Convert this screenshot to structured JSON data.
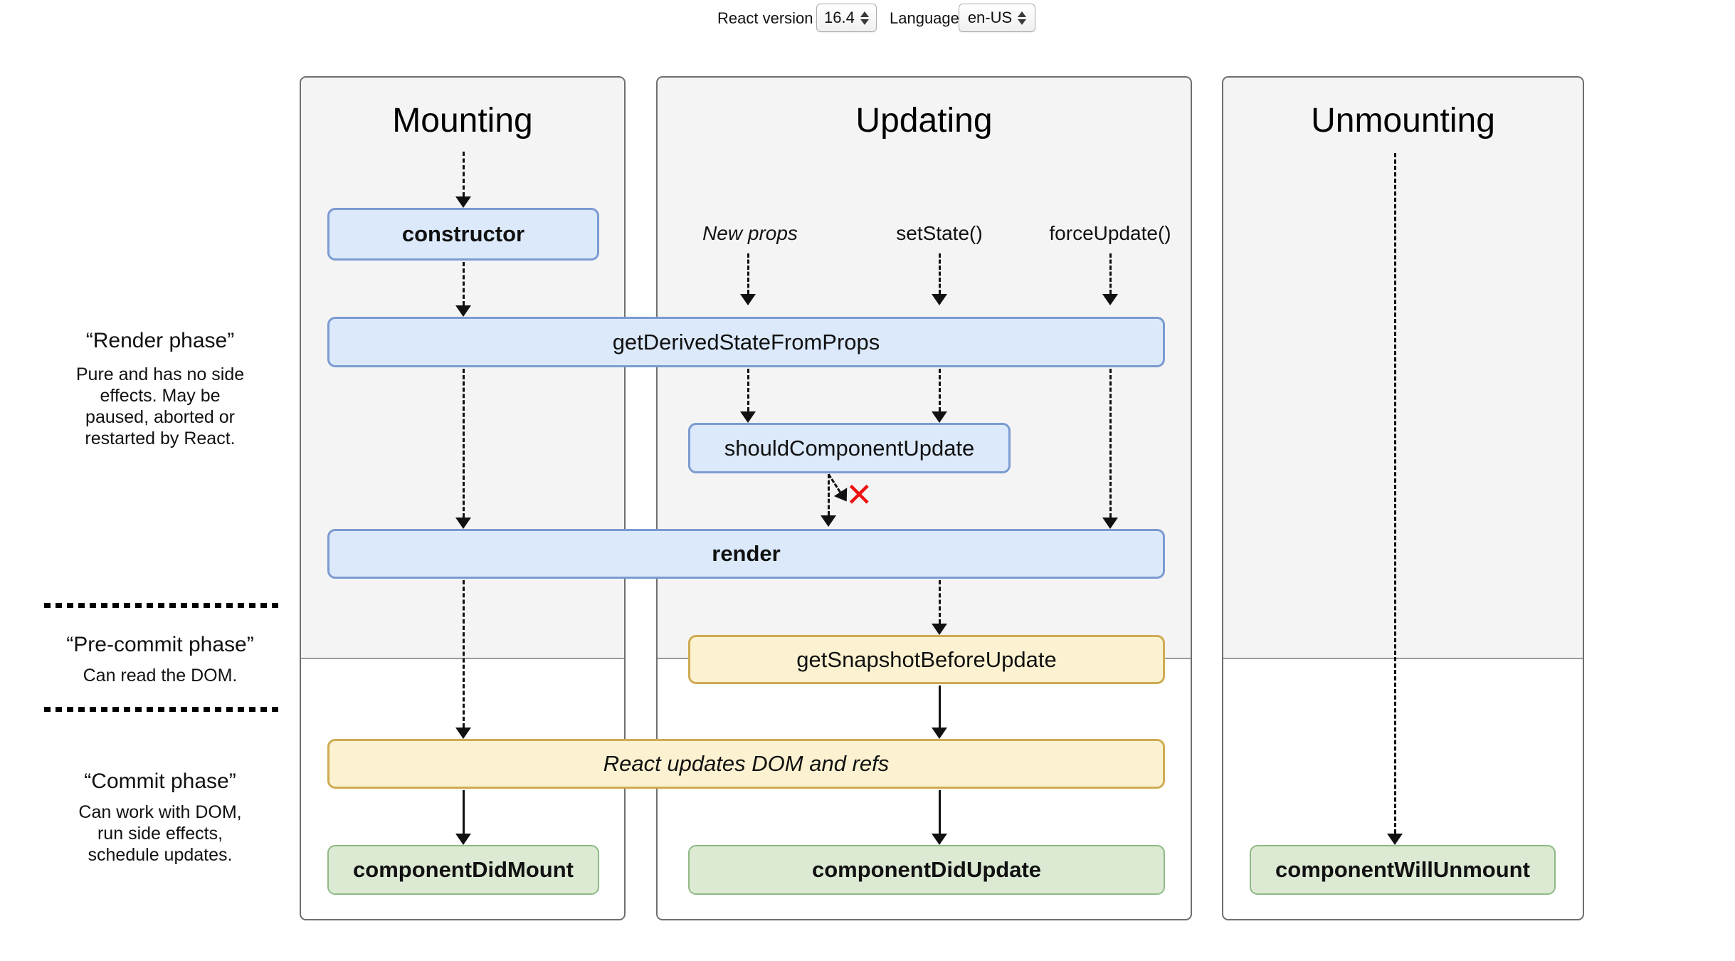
{
  "controls": {
    "react_version_label": "React version",
    "react_version_value": "16.4",
    "language_label": "Language",
    "language_value": "en-US"
  },
  "columns": {
    "mounting": "Mounting",
    "updating": "Updating",
    "unmounting": "Unmounting"
  },
  "phases": {
    "render": {
      "title": "“Render phase”",
      "lines": [
        "Pure and has no side",
        "effects. May be",
        "paused, aborted or",
        "restarted by React."
      ]
    },
    "pre_commit": {
      "title": "“Pre-commit phase”",
      "lines": [
        "Can read the DOM."
      ]
    },
    "commit": {
      "title": "“Commit phase”",
      "lines": [
        "Can work with DOM,",
        "run side effects,",
        "schedule updates."
      ]
    }
  },
  "triggers": {
    "new_props": "New props",
    "set_state": "setState()",
    "force_update": "forceUpdate()"
  },
  "nodes": {
    "constructor": "constructor",
    "get_derived_state_from_props": "getDerivedStateFromProps",
    "should_component_update": "shouldComponentUpdate",
    "render": "render",
    "get_snapshot_before_update": "getSnapshotBeforeUpdate",
    "react_updates_dom": "React updates DOM and refs",
    "component_did_mount": "componentDidMount",
    "component_did_update": "componentDidUpdate",
    "component_will_unmount": "componentWillUnmount"
  },
  "icons": {
    "stop_x": "✕"
  },
  "colors": {
    "node_blue_fill": "#dbe9fb",
    "node_blue_border": "#7b9bd1",
    "node_yellow_fill": "#fcf2d1",
    "node_yellow_border": "#cfab52",
    "node_green_fill": "#dcead4",
    "node_green_border": "#8fb985",
    "panel_gray": "#f4f4f4",
    "panel_border": "#6f6f6f",
    "stop_x_red": "#ee1111"
  }
}
